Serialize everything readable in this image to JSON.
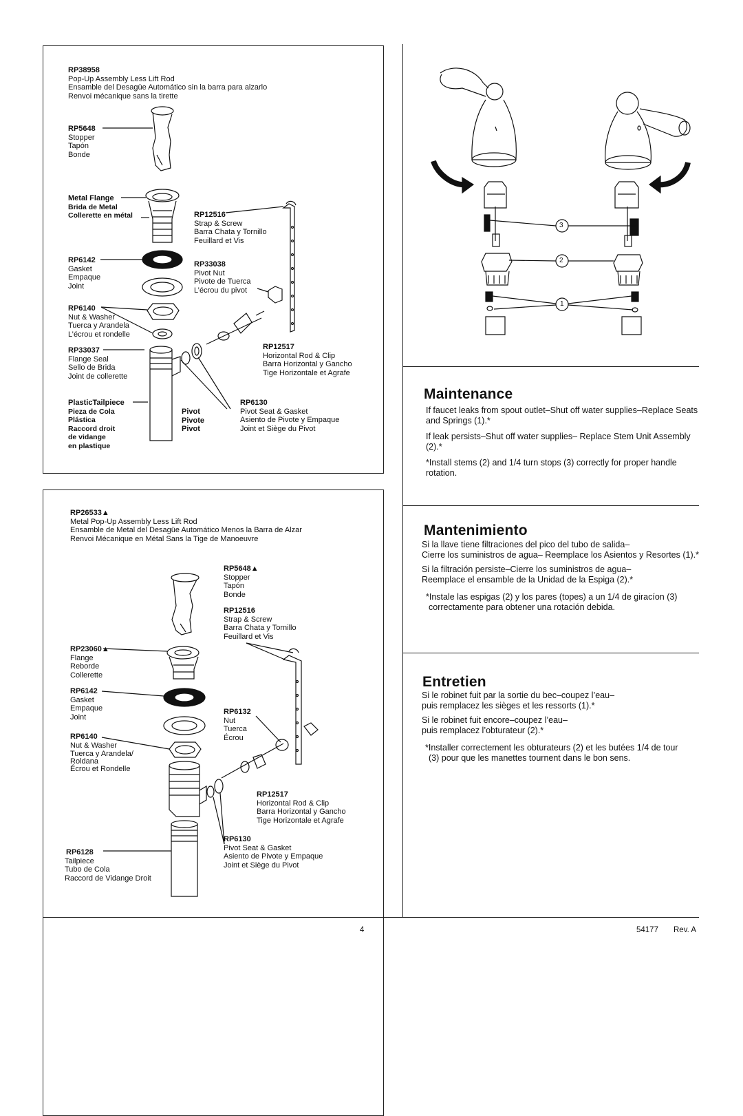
{
  "top_box": {
    "rp38958": {
      "code": "RP38958",
      "lines": [
        "Pop-Up Assembly Less Lift Rod",
        "Ensamble del Desagüe Automático sin la barra para alzarlo",
        "Renvoi mécanique sans la tirette"
      ]
    },
    "rp5648": {
      "code": "RP5648",
      "lines": [
        "Stopper",
        "Tapón",
        "Bonde"
      ]
    },
    "flange": {
      "lines": [
        "Metal Flange",
        "Brida de Metal",
        "Collerette en métal"
      ]
    },
    "rp12516": {
      "code": "RP12516",
      "lines": [
        "Strap & Screw",
        "Barra Chata y Tornillo",
        "Feuillard et Vis"
      ]
    },
    "rp6142": {
      "code": "RP6142",
      "lines": [
        "Gasket",
        "Empaque",
        "Joint"
      ]
    },
    "rp33038": {
      "code": "RP33038",
      "lines": [
        "Pivot Nut",
        "Pivote de Tuerca",
        "L’écrou du pivot"
      ]
    },
    "rp6140": {
      "code": "RP6140",
      "lines": [
        "Nut & Washer",
        "Tuerca y Arandela",
        "L’écrou et rondelle"
      ]
    },
    "rp33037": {
      "code": "RP33037",
      "lines": [
        "Flange Seal",
        "Sello de Brida",
        "Joint de collerette"
      ]
    },
    "rp12517": {
      "code": "RP12517",
      "lines": [
        "Horizontal Rod & Clip",
        "Barra Horizontal y Gancho",
        "Tige Horizontale et Agrafe"
      ]
    },
    "tailpiece": {
      "lines": [
        "PlasticTailpiece",
        "Pieza de Cola",
        "Plástica",
        "Raccord droit",
        "de vidange",
        "en plastique"
      ]
    },
    "pivot_words": [
      "Pivot",
      "Pivote",
      "Pivot"
    ],
    "rp6130": {
      "code": "RP6130",
      "lines": [
        "Pivot Seat & Gasket",
        "Asiento de Pivote y Empaque",
        "Joint et Siège du Pivot"
      ]
    }
  },
  "bottom_box": {
    "rp26533": {
      "code": "RP26533▲",
      "lines": [
        "Metal Pop-Up Assembly Less Lift Rod",
        "Ensamble de Metal del Desagüe Automático Menos la Barra de Alzar",
        "Renvoi Mécanique en Métal Sans la Tige de Manoeuvre"
      ]
    },
    "rp5648": {
      "code": "RP5648▲",
      "lines": [
        "Stopper",
        "Tapón",
        "Bonde"
      ]
    },
    "rp12516": {
      "code": "RP12516",
      "lines": [
        "Strap & Screw",
        "Barra Chata y Tornillo",
        "Feuillard et Vis"
      ]
    },
    "rp23060": {
      "code": "RP23060▲",
      "lines": [
        "Flange",
        "Reborde",
        "Collerette"
      ]
    },
    "rp6142": {
      "code": "RP6142",
      "lines": [
        "Gasket",
        "Empaque",
        "Joint"
      ]
    },
    "rp6132": {
      "code": "RP6132",
      "lines": [
        "Nut",
        "Tuerca",
        "Écrou"
      ]
    },
    "rp6140": {
      "code": "RP6140",
      "lines": [
        "Nut & Washer",
        "Tuerca y Arandela/",
        "Roldana",
        "Écrou et Rondelle"
      ]
    },
    "rp12517": {
      "code": "RP12517",
      "lines": [
        "Horizontal Rod & Clip",
        "Barra Horizontal y Gancho",
        "Tige Horizontale et Agrafe"
      ]
    },
    "rp6130": {
      "code": "RP6130",
      "lines": [
        "Pivot Seat & Gasket",
        "Asiento de Pivote y Empaque",
        "Joint et Siège du Pivot"
      ]
    },
    "rp6128": {
      "code": "RP6128",
      "lines": [
        "Tailpiece",
        "Tubo de Cola",
        "Raccord de Vidange Droit"
      ]
    }
  },
  "callouts": [
    "3",
    "2",
    "1"
  ],
  "maintenance": {
    "title": "Maintenance",
    "p1": "If faucet leaks from spout outlet–Shut off water supplies–Replace Seats and Springs (1).*",
    "p2": "If leak persists–Shut off water supplies– Replace Stem Unit Assembly (2).*",
    "p3": "*Install stems (2) and 1/4 turn stops (3) correctly for proper handle rotation."
  },
  "mantenimiento": {
    "title": "Mantenimiento",
    "p1a": "Si la llave tiene filtraciones del pico del tubo de salida–",
    "p1b": "Cierre los suministros de agua– Reemplace los Asientos y Resortes (1).*",
    "p2a": "Si la filtración persiste–Cierre los suministros de agua–",
    "p2b": "Reemplace el ensamble de la Unidad de la Espiga (2).*",
    "p3a": "*Instale las espigas (2) y los pares (topes) a un 1/4 de giracíon (3)",
    "p3b": "correctamente para obtener una rotación debida."
  },
  "entretien": {
    "title": "Entretien",
    "p1a": "Si le robinet fuit par la sortie du bec–coupez l’eau–",
    "p1b": "puis remplacez les sièges et les ressorts (1).*",
    "p2a": "Si le robinet fuit encore–coupez l’eau–",
    "p2b": "puis remplacez  l’obturateur (2).*",
    "p3a": "*Installer correctement les obturateurs (2) et les butées 1/4 de tour",
    "p3b": "(3) pour que les manettes tournent dans le bon sens."
  },
  "footer": {
    "page": "4",
    "doc": "54177",
    "rev": "Rev. A"
  }
}
